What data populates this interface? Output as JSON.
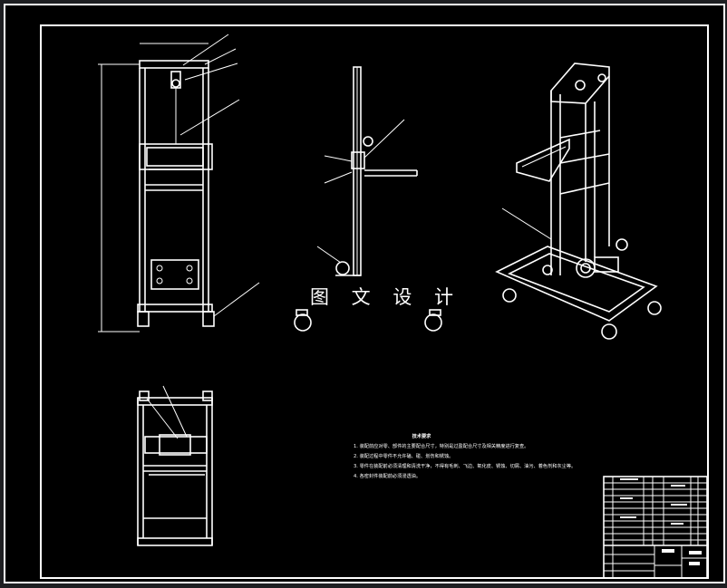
{
  "watermark": "图 文 设 计",
  "notes": {
    "title": "技术要求",
    "items": [
      "1. 装配前应对零、部件的主要配合尺寸，特别是过盈配合尺寸及相关精度进行复查。",
      "2. 装配过程中零件不允许磕、碰、划伤和锈蚀。",
      "3. 零件在装配前必须清理和清洗干净，不得有毛刺、飞边、氧化皮、锈蚀、切屑、油污、着色剂和灰尘等。",
      "4. 各密封件装配前必须浸透油。"
    ]
  }
}
